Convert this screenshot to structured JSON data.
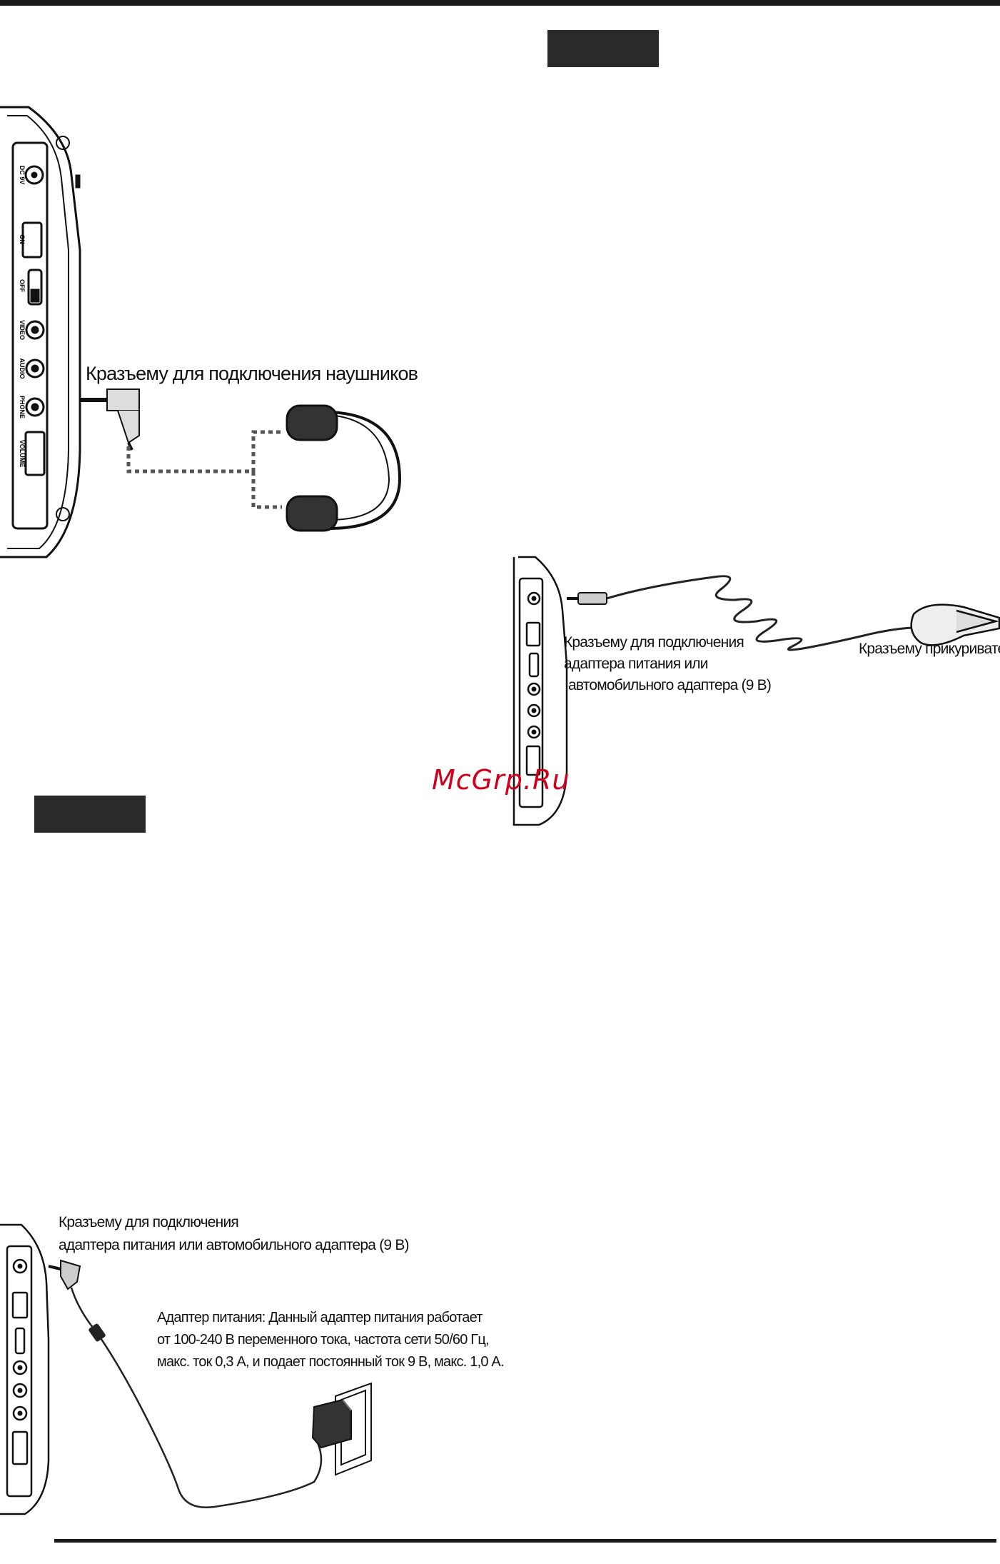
{
  "headphones": {
    "caption": "Кразъему для подключения наушников",
    "panel_labels": [
      "DC 9V",
      "ON",
      "OFF",
      "VIDEO",
      "AUDIO",
      "PHONE",
      "VOLUME"
    ]
  },
  "car_adapter": {
    "caption_device": [
      "Кразъему для подключения",
      "адаптера питания или",
      "автомобильного адаптера (9 В)"
    ],
    "caption_lighter": "Кразъему прикуривателя"
  },
  "watermark": "McGrp.Ru",
  "ac_adapter": {
    "caption_device": [
      "Кразъему для подключения",
      "адаптера питания или автомобильного адаптера (9 В)"
    ],
    "caption_adapter": [
      "Адаптер питания: Данный адаптер питания работает",
      "от 100-240 В переменного тока, частота сети 50/60 Гц,",
      "макс. ток 0,3 А, и подает постоянный ток 9 В, макс. 1,0 А."
    ]
  }
}
